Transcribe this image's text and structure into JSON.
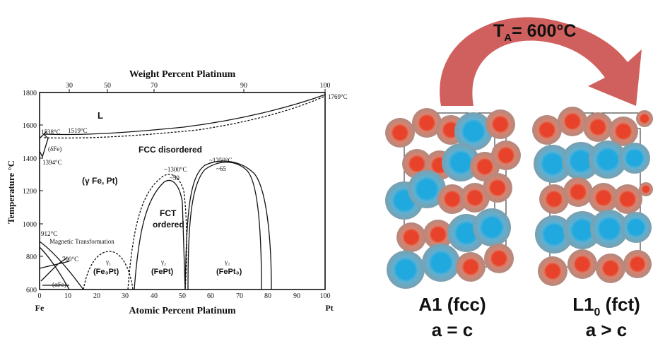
{
  "phase_diagram": {
    "top_axis_title": "Weight Percent Platinum",
    "top_ticks": [
      "30",
      "50",
      "70",
      "90",
      "100"
    ],
    "bottom_axis_title": "Atomic Percent Platinum",
    "bottom_ticks": [
      "0",
      "10",
      "20",
      "30",
      "40",
      "50",
      "60",
      "70",
      "80",
      "90",
      "100"
    ],
    "y_axis_title": "Temperature °C",
    "y_ticks": [
      "600",
      "800",
      "1000",
      "1200",
      "1400",
      "1600",
      "1800"
    ],
    "end_left": "Fe",
    "end_right": "Pt",
    "labels": {
      "liquid": "L",
      "t1538": "1538°C",
      "t1519": "1519°C",
      "t1769": "1769°C",
      "t1394": "1394°C",
      "delta_fe": "(δFe)",
      "fcc_disordered": "FCC disordered",
      "gamma_fe_pt": "(γ Fe, Pt)",
      "t1300": "~1300°C",
      "n50": "~50",
      "t1350": "~1350°C",
      "n65": "~65",
      "fct_1": "FCT",
      "fct_2": "ordered",
      "t912": "912°C",
      "magnetic": "Magnetic Transformation",
      "t700": "700°C",
      "alpha_fe": "(αFe)",
      "gamma1": "γ₁",
      "fe3pt": "(Fe₃Pt)",
      "gamma2": "γ₂",
      "fept": "(FePt)",
      "gamma3": "γ₃",
      "fept3": "(FePt₃)"
    }
  },
  "annealing": {
    "prefix": "T",
    "subscript": "A",
    "value": "= 600°C"
  },
  "structures": {
    "a1_name": "A1 (fcc)",
    "a1_relation": "a = c",
    "l10_name_main": "L1",
    "l10_name_sub": "0",
    "l10_name_rest": " (fct)",
    "l10_relation": "a > c"
  },
  "colors": {
    "arrow": "#d0605e",
    "fe_atom": "#e8432a",
    "fe_halo": "#c99589",
    "pt_atom": "#1fa9df",
    "pt_halo": "#7fb0c6"
  }
}
